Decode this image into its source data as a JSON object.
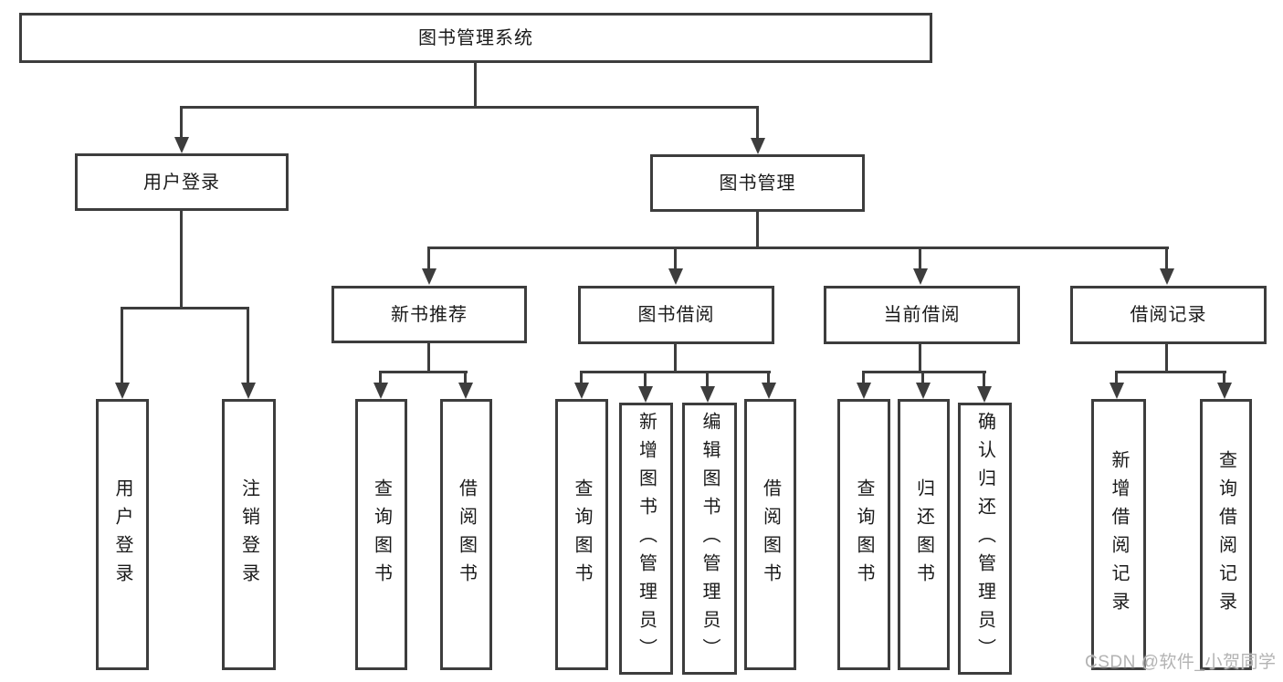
{
  "watermark": "CSDN @软件_小贺同学",
  "colors": {
    "line": "#3d3d3d",
    "box_border": "#3d3d3d",
    "text": "#1a1a1a",
    "watermark": "#b3b3b3",
    "background": "#ffffff"
  },
  "tree": {
    "label": "图书管理系统",
    "children": [
      {
        "label": "用户登录",
        "children": [
          {
            "label": "用户登录"
          },
          {
            "label": "注销登录"
          }
        ]
      },
      {
        "label": "图书管理",
        "children": [
          {
            "label": "新书推荐",
            "children": [
              {
                "label": "查询图书"
              },
              {
                "label": "借阅图书"
              }
            ]
          },
          {
            "label": "图书借阅",
            "children": [
              {
                "label": "查询图书"
              },
              {
                "label": "新增图书（管理员）"
              },
              {
                "label": "编辑图书（管理员）"
              },
              {
                "label": "借阅图书"
              }
            ]
          },
          {
            "label": "当前借阅",
            "children": [
              {
                "label": "查询图书"
              },
              {
                "label": "归还图书"
              },
              {
                "label": "确认归还（管理员）"
              }
            ]
          },
          {
            "label": "借阅记录",
            "children": [
              {
                "label": "新增借阅记录"
              },
              {
                "label": "查询借阅记录"
              }
            ]
          }
        ]
      }
    ]
  }
}
